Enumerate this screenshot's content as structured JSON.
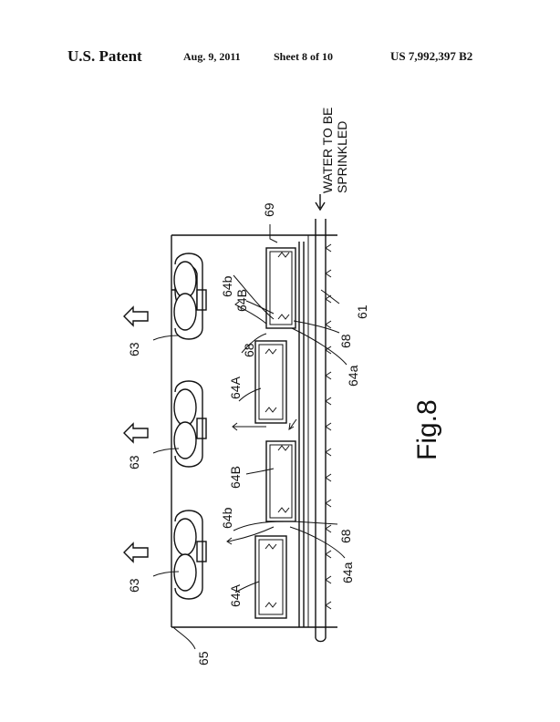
{
  "header": {
    "publication": "U.S. Patent",
    "date": "Aug. 9, 2011",
    "sheet": "Sheet 8 of 10",
    "patent_number": "US 7,992,397 B2"
  },
  "figure": {
    "caption": "Fig.8",
    "water_label_1": "WATER TO BE",
    "water_label_2": "SPRINKLED",
    "refs": {
      "fan": "63",
      "housing": "65",
      "pipe": "61",
      "outlet": "69",
      "flow": "68",
      "elem_a": "64A",
      "elem_b": "64B",
      "part_a": "64a",
      "part_b": "64b"
    }
  }
}
